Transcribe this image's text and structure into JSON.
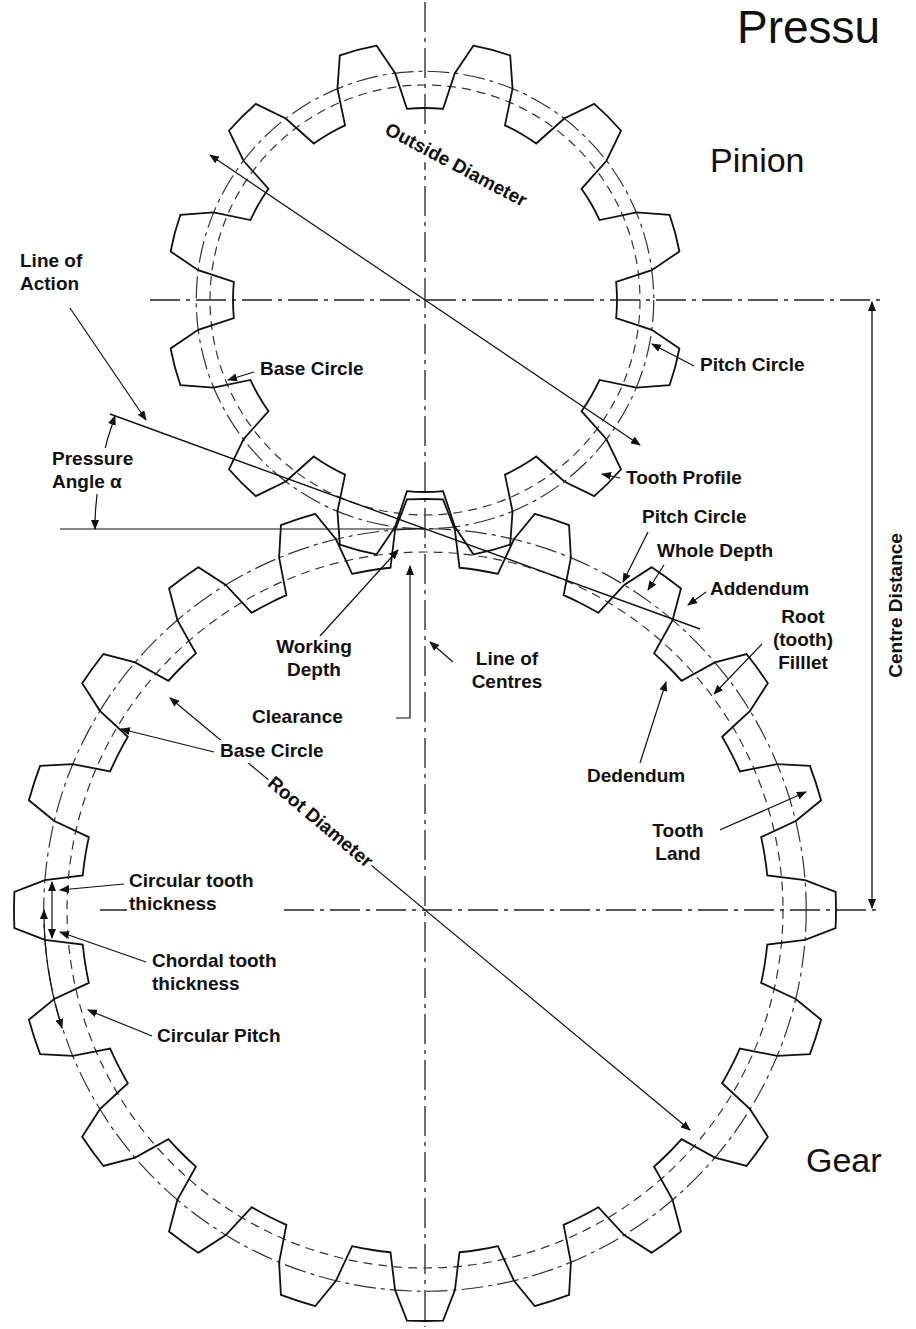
{
  "diagram": {
    "title": "Pressu",
    "labels": [
      "Pinion",
      "Line of Action",
      "Outside Diameter",
      "Base Circle",
      "Pitch Circle",
      "Pressure Angle α",
      "Tooth Profile",
      "Pitch Circle",
      "Whole Depth",
      "Addendum",
      "Root (tooth) Filllet",
      "Centre Distance",
      "Working Depth",
      "Clearance",
      "Line of Centres",
      "Base Circle",
      "Dedendum",
      "Root Diameter",
      "Tooth Land",
      "Circular tooth thickness",
      "Chordal tooth thickness",
      "Circular Pitch",
      "Gear"
    ]
  }
}
